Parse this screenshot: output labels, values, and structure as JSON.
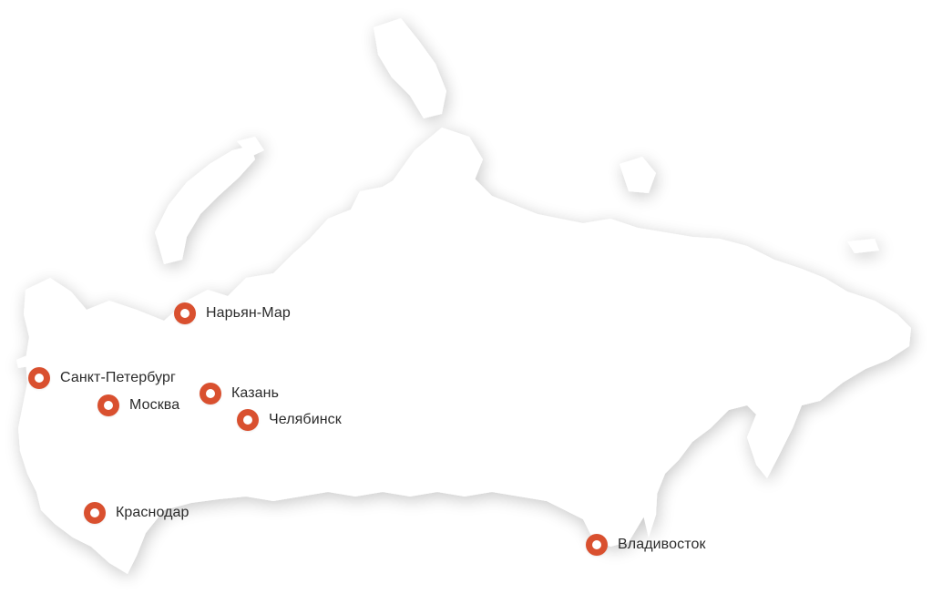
{
  "map": {
    "land_color": "#ffffff",
    "marker_color": "#d9502f",
    "cities": [
      {
        "id": "naryan-mar",
        "label": "Нарьян-Мар"
      },
      {
        "id": "saint-petersburg",
        "label": "Санкт-Петербург"
      },
      {
        "id": "moscow",
        "label": "Москва"
      },
      {
        "id": "kazan",
        "label": "Казань"
      },
      {
        "id": "chelyabinsk",
        "label": "Челябинск"
      },
      {
        "id": "krasnodar",
        "label": "Краснодар"
      },
      {
        "id": "vladivostok",
        "label": "Владивосток"
      }
    ]
  }
}
